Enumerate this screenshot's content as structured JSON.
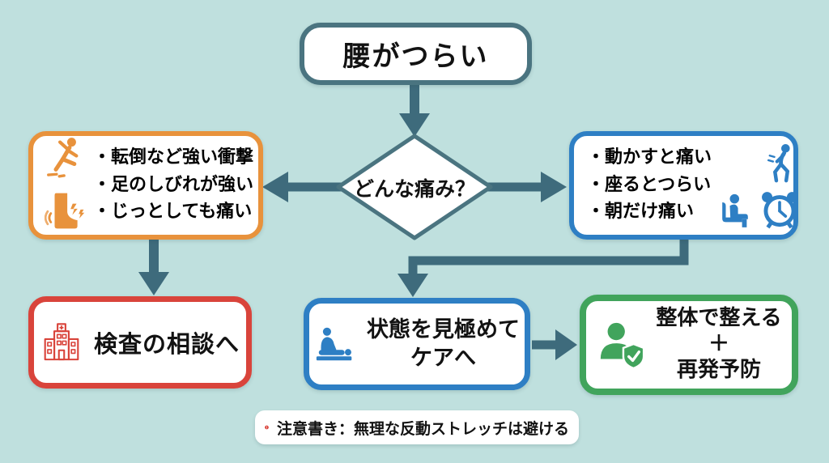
{
  "palette": {
    "background": "#bfe0de",
    "connector": "#3e6b7c",
    "frame_dark_teal": "#4a7480",
    "orange": "#e8923c",
    "blue": "#2e7fc4",
    "red": "#d9443b",
    "green": "#41a45c",
    "alert_red": "#d93c34",
    "text": "#121212"
  },
  "start_box": {
    "label": "腰がつらい"
  },
  "decision": {
    "label": "どんな痛み？"
  },
  "injury_box": {
    "bullet": "・",
    "items": [
      "転倒など強い衝撃",
      "足のしびれが強い",
      "じっとしても痛い"
    ],
    "icons": [
      "falling-person-icon",
      "leg-pain-icon"
    ]
  },
  "movement_box": {
    "bullet": "・",
    "items": [
      "動かすと痛い",
      "座るとつらい",
      "朝だけ痛い"
    ],
    "icons": [
      "back-pain-person-icon",
      "sitting-person-icon",
      "alarm-clock-icon"
    ]
  },
  "exam_box": {
    "label": "検査の相談へ",
    "icon": "hospital-icon"
  },
  "care_box": {
    "line1": "状態を見極めて",
    "line2": "ケアへ",
    "icon": "massage-icon"
  },
  "seitai_box": {
    "line1": "整体で整える",
    "line2": "＋",
    "line3": "再発予防",
    "icon": "person-shield-icon"
  },
  "note": {
    "text": "注意書き：無理な反動ストレッチは避ける",
    "icon": "alert-icon"
  }
}
